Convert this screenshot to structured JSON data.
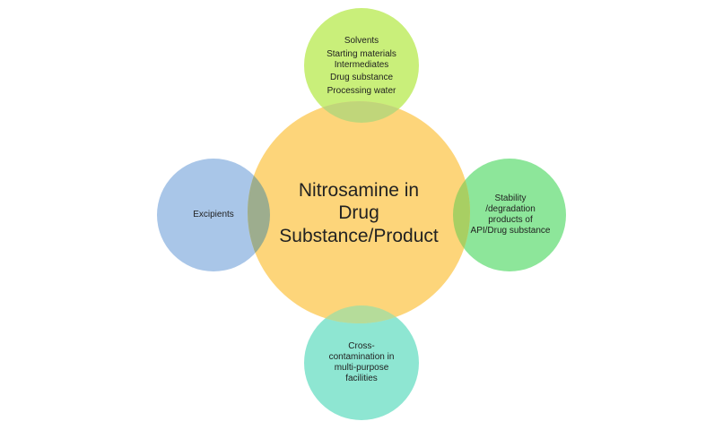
{
  "diagram": {
    "center": {
      "lines": [
        "Nitrosamine in",
        "Drug",
        "Substance/Product"
      ],
      "fill": "#fdd57a"
    },
    "top": {
      "lines": [
        "Solvents",
        "Starting materials",
        "Intermediates",
        "Drug substance",
        "Processing water"
      ],
      "fill": "#c9ef7a"
    },
    "left": {
      "lines": [
        "Excipients"
      ],
      "fill": "#a9c6e8"
    },
    "right": {
      "lines": [
        "Stability",
        "/degradation",
        "products of",
        "API/Drug substance"
      ],
      "fill": "#8de69a"
    },
    "bottom": {
      "lines": [
        "Cross-",
        "contamination in",
        "multi-purpose",
        "facilities"
      ],
      "fill": "#8ee6d2"
    },
    "overlap_colors": {
      "top": "#c0d67a",
      "left": "#9dad8e",
      "right": "#a8cf63",
      "bottom": "#b5dc9a"
    }
  }
}
